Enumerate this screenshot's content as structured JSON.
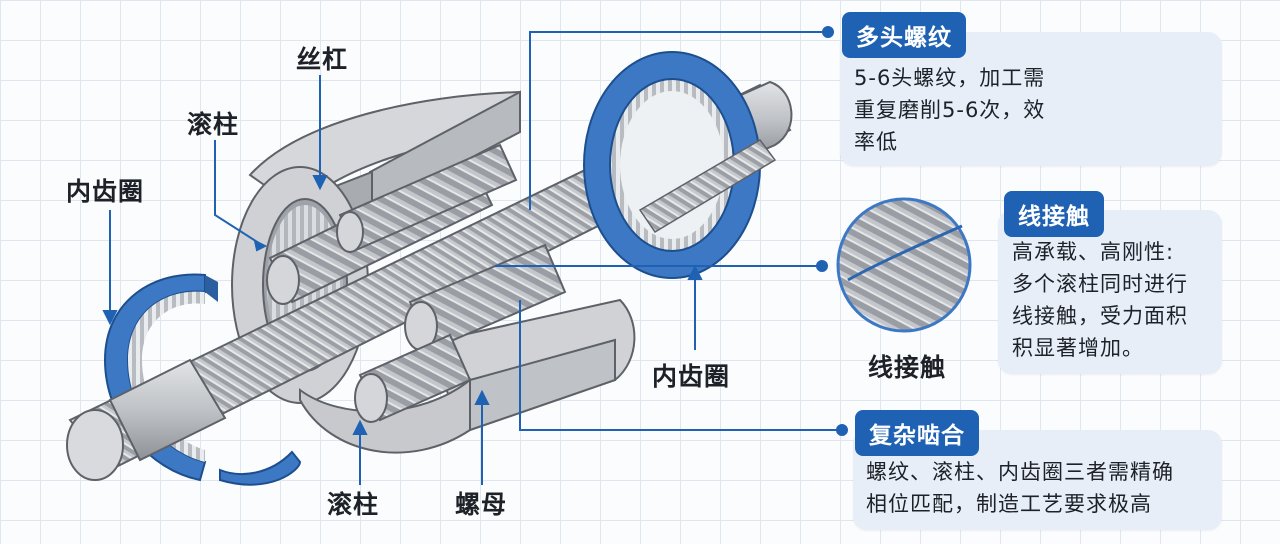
{
  "labels": {
    "lead_screw": "丝杠",
    "roller_top": "滚柱",
    "ring_gear_left": "内齿圈",
    "ring_gear_right": "内齿圈",
    "roller_bottom": "滚柱",
    "nut": "螺母",
    "line_contact_caption": "线接触"
  },
  "callouts": [
    {
      "title": "多头螺纹",
      "lines": [
        "5-6头螺纹，加工需",
        "重复磨削5-6次，效",
        "率低"
      ]
    },
    {
      "title": "线接触",
      "lines": [
        "高承载、高刚性:",
        "多个滚柱同时进行",
        "线接触，受力面积",
        "积显著增加。"
      ]
    },
    {
      "title": "复杂啮合",
      "lines": [
        "螺纹、滚柱、内齿圈三者需精确",
        "相位匹配，制造工艺要求极高"
      ]
    }
  ],
  "colors": {
    "accent_blue": "#1f62b4",
    "panel_bg": "#e7eef7",
    "steel": "#c4c7cb",
    "ring_blue": "#3d78c4"
  }
}
